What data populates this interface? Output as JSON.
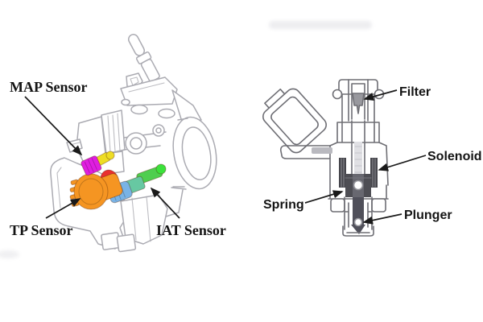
{
  "left_diagram": {
    "labels": {
      "map": "MAP Sensor",
      "tp": "TP Sensor",
      "iat": "IAT Sensor"
    },
    "colors": {
      "line_art": "#ababb2",
      "map_body": "#e01ee0",
      "map_connector": "#eedd24",
      "tp_body": "#f59522",
      "tp_disc": "#e93030",
      "iat_plug": "#79b3e5",
      "iat_mid": "#67c8a2",
      "iat_shaft": "#4fce4f",
      "iat_tip": "#3be23b"
    }
  },
  "right_diagram": {
    "labels": {
      "filter": "Filter",
      "solenoid": "Solenoid",
      "spring": "Spring",
      "plunger": "Plunger"
    },
    "colors": {
      "line_art": "#6e6e74",
      "filter_fill": "#98989e",
      "solenoid_fill": "#46464c",
      "armature_fill": "#4e4e54",
      "plunger_fill": "#50505a"
    }
  }
}
